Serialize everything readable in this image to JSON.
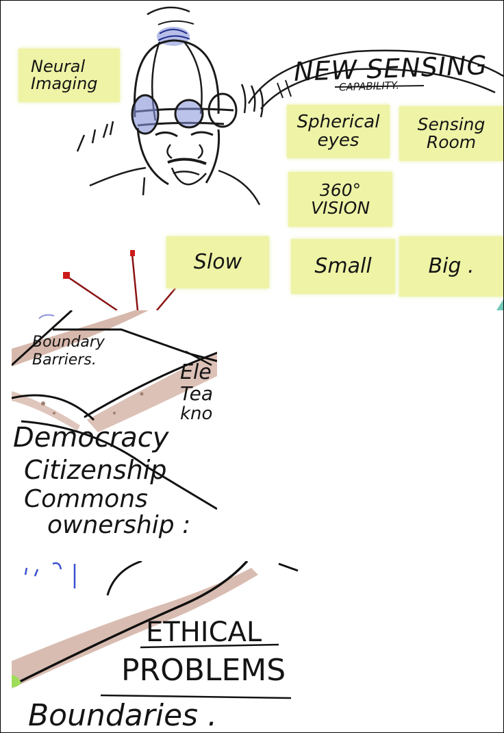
{
  "panel1": {
    "notes": {
      "neural_imaging": "Neural Imaging",
      "spherical_eyes": "Spherical eyes",
      "sensing_room": "Sensing Room",
      "vision_360": "360° VISION",
      "slow": "Slow",
      "small": "Small",
      "big": "Big ."
    },
    "arc_title": "NEW SENSING",
    "arc_subtitle": "CAPABILITY."
  },
  "panel2": {
    "boundary_barriers": "Boundary Barriers.",
    "elec_lines": [
      "Ele",
      "Tea",
      "kno"
    ],
    "list": [
      "Democracy",
      "Citizenship",
      "Commons",
      "ownership :"
    ]
  },
  "panel3": {
    "heading_line1": "ETHICAL",
    "heading_line2": "PROBLEMS",
    "boundaries": "Boundaries ."
  },
  "colors": {
    "sticky_note": "#eef3a6",
    "ink": "#141414",
    "marker_shade": "#c9a090",
    "accent_red": "#cc1a1a",
    "accent_blue": "#3a4fcf",
    "accent_green": "#9fdc5a"
  }
}
